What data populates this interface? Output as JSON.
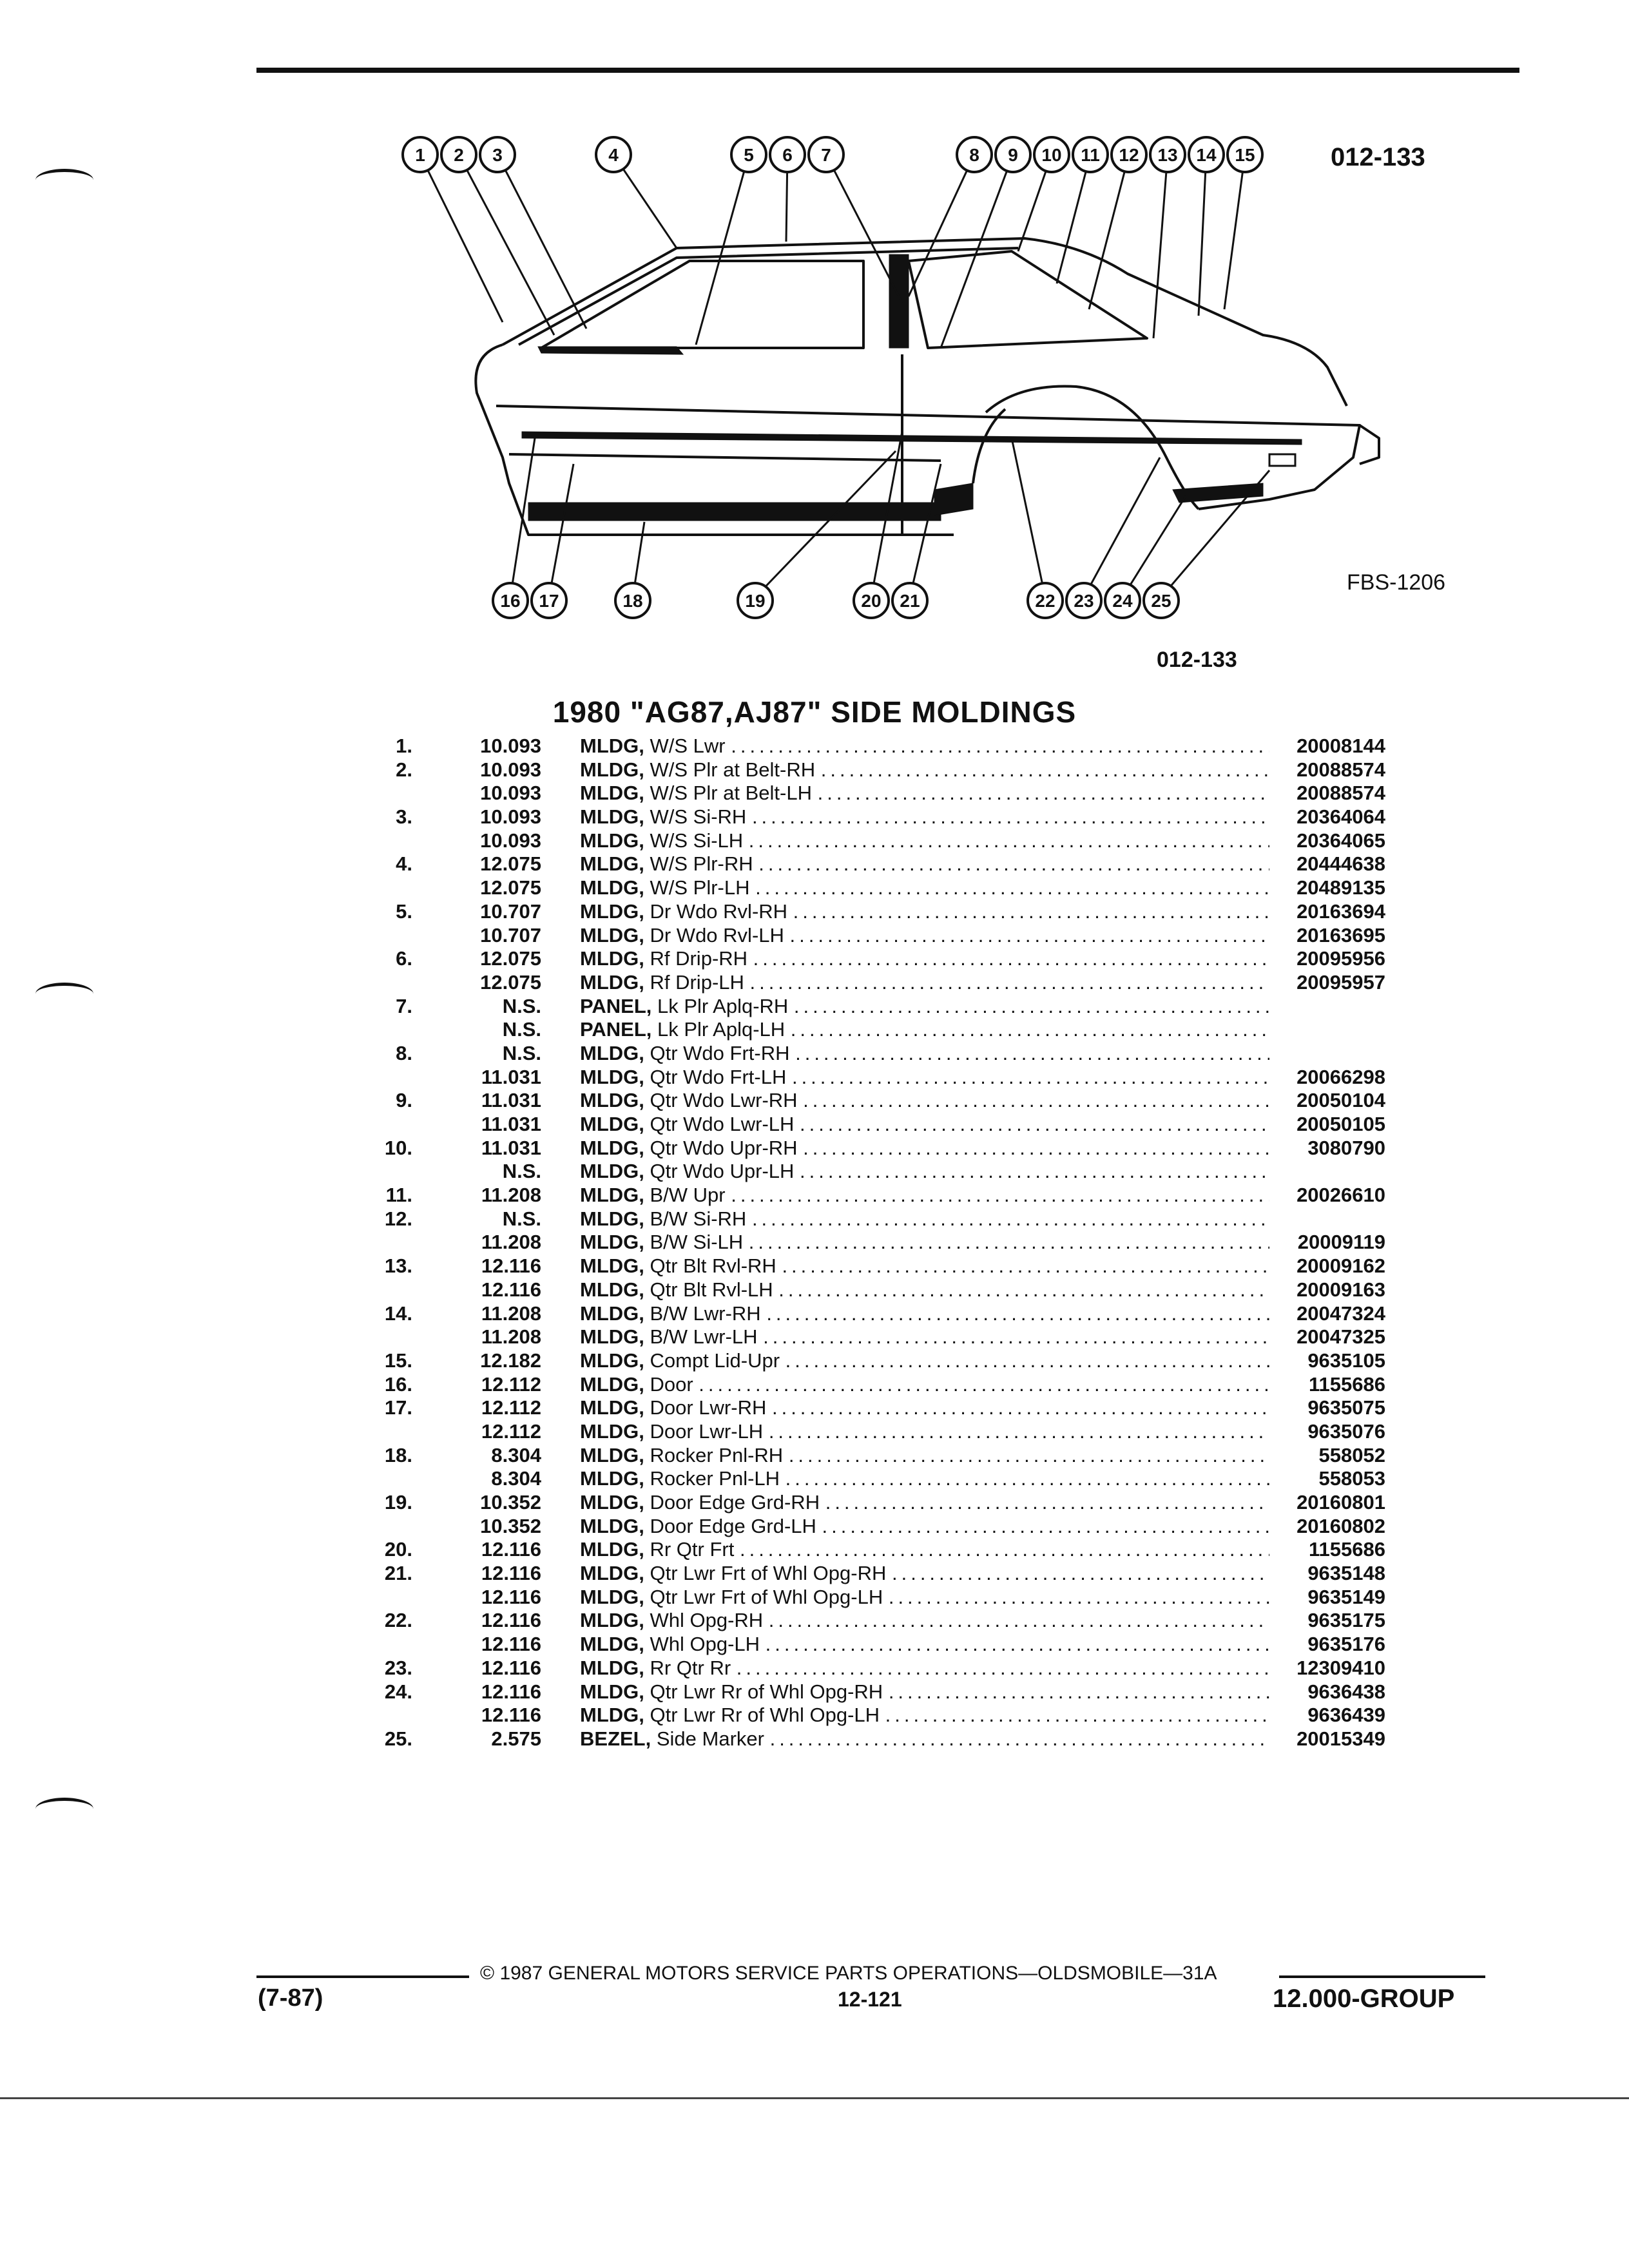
{
  "diagram": {
    "code_top": "012-133",
    "code_below": "012-133",
    "fbs": "FBS-1206",
    "callouts_top": [
      "1",
      "2",
      "3",
      "4",
      "5",
      "6",
      "7",
      "8",
      "9",
      "10",
      "11",
      "12",
      "13",
      "14",
      "15"
    ],
    "callouts_bottom": [
      "16",
      "17",
      "18",
      "19",
      "20",
      "21",
      "22",
      "23",
      "24",
      "25"
    ]
  },
  "title": "1980 \"AG87,AJ87\" SIDE MOLDINGS",
  "rows": [
    {
      "item": "1.",
      "group": "10.093",
      "kw": "MLDG,",
      "desc": "W/S Lwr",
      "part": "20008144"
    },
    {
      "item": "2.",
      "group": "10.093",
      "kw": "MLDG,",
      "desc": "W/S Plr at Belt-RH",
      "part": "20088574"
    },
    {
      "item": "",
      "group": "10.093",
      "kw": "MLDG,",
      "desc": "W/S Plr at Belt-LH",
      "part": "20088574"
    },
    {
      "item": "3.",
      "group": "10.093",
      "kw": "MLDG,",
      "desc": "W/S Si-RH",
      "part": "20364064"
    },
    {
      "item": "",
      "group": "10.093",
      "kw": "MLDG,",
      "desc": "W/S Si-LH",
      "part": "20364065"
    },
    {
      "item": "4.",
      "group": "12.075",
      "kw": "MLDG,",
      "desc": "W/S Plr-RH",
      "part": "20444638"
    },
    {
      "item": "",
      "group": "12.075",
      "kw": "MLDG,",
      "desc": "W/S Plr-LH",
      "part": "20489135"
    },
    {
      "item": "5.",
      "group": "10.707",
      "kw": "MLDG,",
      "desc": "Dr Wdo Rvl-RH",
      "part": "20163694"
    },
    {
      "item": "",
      "group": "10.707",
      "kw": "MLDG,",
      "desc": "Dr Wdo Rvl-LH",
      "part": "20163695"
    },
    {
      "item": "6.",
      "group": "12.075",
      "kw": "MLDG,",
      "desc": "Rf Drip-RH",
      "part": "20095956"
    },
    {
      "item": "",
      "group": "12.075",
      "kw": "MLDG,",
      "desc": "Rf Drip-LH",
      "part": "20095957"
    },
    {
      "item": "7.",
      "group": "N.S.",
      "kw": "PANEL,",
      "desc": "Lk Plr Aplq-RH",
      "part": ""
    },
    {
      "item": "",
      "group": "N.S.",
      "kw": "PANEL,",
      "desc": "Lk Plr Aplq-LH",
      "part": ""
    },
    {
      "item": "8.",
      "group": "N.S.",
      "kw": "MLDG,",
      "desc": "Qtr Wdo Frt-RH",
      "part": ""
    },
    {
      "item": "",
      "group": "11.031",
      "kw": "MLDG,",
      "desc": "Qtr Wdo Frt-LH",
      "part": "20066298"
    },
    {
      "item": "9.",
      "group": "11.031",
      "kw": "MLDG,",
      "desc": "Qtr Wdo Lwr-RH",
      "part": "20050104"
    },
    {
      "item": "",
      "group": "11.031",
      "kw": "MLDG,",
      "desc": "Qtr Wdo Lwr-LH",
      "part": "20050105"
    },
    {
      "item": "10.",
      "group": "11.031",
      "kw": "MLDG,",
      "desc": "Qtr Wdo Upr-RH",
      "part": "3080790"
    },
    {
      "item": "",
      "group": "N.S.",
      "kw": "MLDG,",
      "desc": "Qtr Wdo Upr-LH",
      "part": ""
    },
    {
      "item": "11.",
      "group": "11.208",
      "kw": "MLDG,",
      "desc": "B/W Upr",
      "part": "20026610"
    },
    {
      "item": "12.",
      "group": "N.S.",
      "kw": "MLDG,",
      "desc": "B/W Si-RH",
      "part": ""
    },
    {
      "item": "",
      "group": "11.208",
      "kw": "MLDG,",
      "desc": "B/W Si-LH",
      "part": "20009119"
    },
    {
      "item": "13.",
      "group": "12.116",
      "kw": "MLDG,",
      "desc": "Qtr Blt Rvl-RH",
      "part": "20009162"
    },
    {
      "item": "",
      "group": "12.116",
      "kw": "MLDG,",
      "desc": "Qtr Blt Rvl-LH",
      "part": "20009163"
    },
    {
      "item": "14.",
      "group": "11.208",
      "kw": "MLDG,",
      "desc": "B/W Lwr-RH",
      "part": "20047324"
    },
    {
      "item": "",
      "group": "11.208",
      "kw": "MLDG,",
      "desc": "B/W Lwr-LH",
      "part": "20047325"
    },
    {
      "item": "15.",
      "group": "12.182",
      "kw": "MLDG,",
      "desc": "Compt Lid-Upr",
      "part": "9635105"
    },
    {
      "item": "16.",
      "group": "12.112",
      "kw": "MLDG,",
      "desc": "Door",
      "part": "1155686"
    },
    {
      "item": "17.",
      "group": "12.112",
      "kw": "MLDG,",
      "desc": "Door Lwr-RH",
      "part": "9635075"
    },
    {
      "item": "",
      "group": "12.112",
      "kw": "MLDG,",
      "desc": "Door Lwr-LH",
      "part": "9635076"
    },
    {
      "item": "18.",
      "group": "8.304",
      "kw": "MLDG,",
      "desc": "Rocker Pnl-RH",
      "part": "558052"
    },
    {
      "item": "",
      "group": "8.304",
      "kw": "MLDG,",
      "desc": "Rocker Pnl-LH",
      "part": "558053"
    },
    {
      "item": "19.",
      "group": "10.352",
      "kw": "MLDG,",
      "desc": "Door Edge Grd-RH",
      "part": "20160801"
    },
    {
      "item": "",
      "group": "10.352",
      "kw": "MLDG,",
      "desc": "Door Edge Grd-LH",
      "part": "20160802"
    },
    {
      "item": "20.",
      "group": "12.116",
      "kw": "MLDG,",
      "desc": "Rr Qtr Frt",
      "part": "1155686"
    },
    {
      "item": "21.",
      "group": "12.116",
      "kw": "MLDG,",
      "desc": "Qtr Lwr Frt of Whl Opg-RH",
      "part": "9635148"
    },
    {
      "item": "",
      "group": "12.116",
      "kw": "MLDG,",
      "desc": "Qtr Lwr Frt of Whl Opg-LH",
      "part": "9635149"
    },
    {
      "item": "22.",
      "group": "12.116",
      "kw": "MLDG,",
      "desc": "Whl Opg-RH",
      "part": "9635175"
    },
    {
      "item": "",
      "group": "12.116",
      "kw": "MLDG,",
      "desc": "Whl Opg-LH",
      "part": "9635176"
    },
    {
      "item": "23.",
      "group": "12.116",
      "kw": "MLDG,",
      "desc": "Rr Qtr Rr",
      "part": "12309410"
    },
    {
      "item": "24.",
      "group": "12.116",
      "kw": "MLDG,",
      "desc": "Qtr Lwr Rr of Whl Opg-RH",
      "part": "9636438"
    },
    {
      "item": "",
      "group": "12.116",
      "kw": "MLDG,",
      "desc": "Qtr Lwr Rr of Whl Opg-LH",
      "part": "9636439"
    },
    {
      "item": "25.",
      "group": "2.575",
      "kw": "BEZEL,",
      "desc": "Side Marker",
      "part": "20015349"
    }
  ],
  "footer": {
    "copyright": "© 1987 GENERAL MOTORS SERVICE PARTS OPERATIONS—OLDSMOBILE—31A",
    "date": "(7-87)",
    "page": "12-121",
    "group": "12.000-GROUP"
  }
}
